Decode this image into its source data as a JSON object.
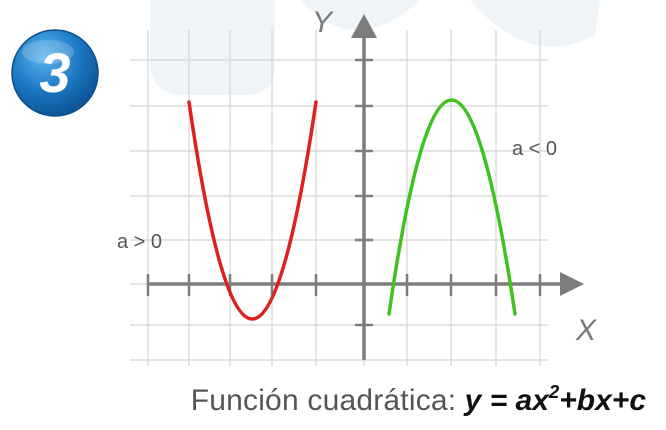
{
  "badge": {
    "number": "3"
  },
  "axes": {
    "y_label": "Y",
    "x_label": "X"
  },
  "curves": [
    {
      "label": "a > 0",
      "color": "#e0201e"
    },
    {
      "label": "a < 0",
      "color": "#3ec21e"
    }
  ],
  "caption": {
    "label": "Función cuadrática:",
    "formula_lhs": "y = ax",
    "exponent": "2",
    "formula_rhs": "+bx+c"
  },
  "colors": {
    "badge": "#1a78c2",
    "grid": "#d4d4d4",
    "axis": "#7d7d7d",
    "watermark": "#eef4f8"
  }
}
